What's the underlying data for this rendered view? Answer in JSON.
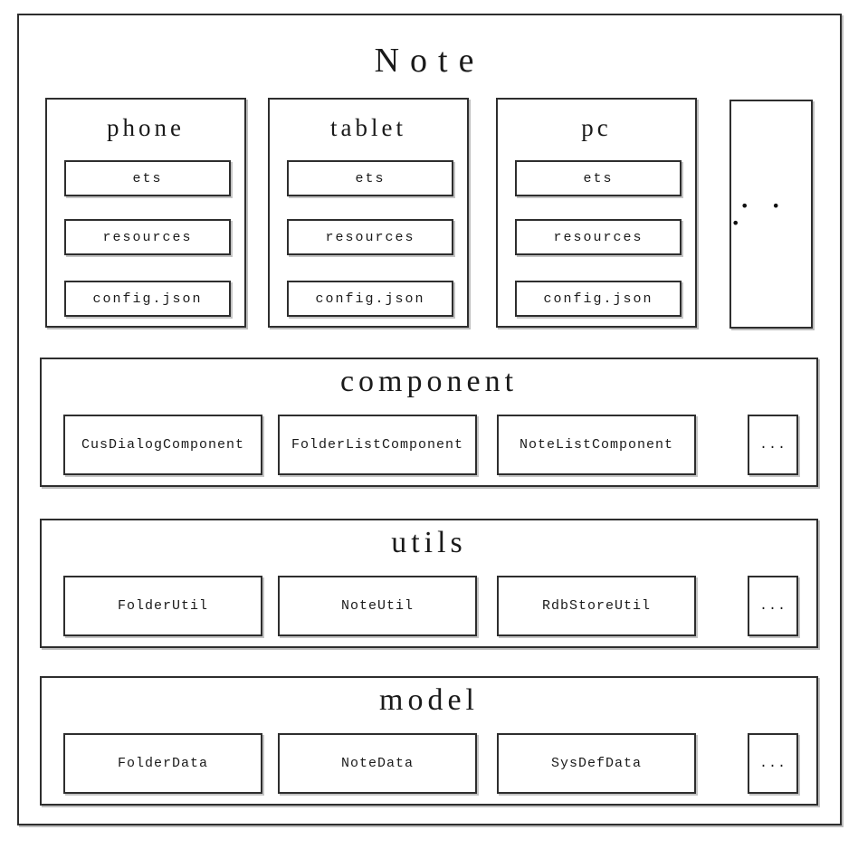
{
  "diagram": {
    "title": "Note",
    "devices": [
      {
        "name": "phone",
        "items": [
          "ets",
          "resources",
          "config.json"
        ]
      },
      {
        "name": "tablet",
        "items": [
          "ets",
          "resources",
          "config.json"
        ]
      },
      {
        "name": "pc",
        "items": [
          "ets",
          "resources",
          "config.json"
        ]
      }
    ],
    "devices_ellipsis": "• • •",
    "sections": [
      {
        "title": "component",
        "items": [
          "CusDialogComponent",
          "FolderListComponent",
          "NoteListComponent"
        ],
        "ellipsis": "..."
      },
      {
        "title": "utils",
        "items": [
          "FolderUtil",
          "NoteUtil",
          "RdbStoreUtil"
        ],
        "ellipsis": "..."
      },
      {
        "title": "model",
        "items": [
          "FolderData",
          "NoteData",
          "SysDefData"
        ],
        "ellipsis": "..."
      }
    ],
    "colors": {
      "background": "#ffffff",
      "border": "#2e2e2e",
      "text": "#1a1a1a",
      "shadow": "#bdbdbd"
    }
  }
}
